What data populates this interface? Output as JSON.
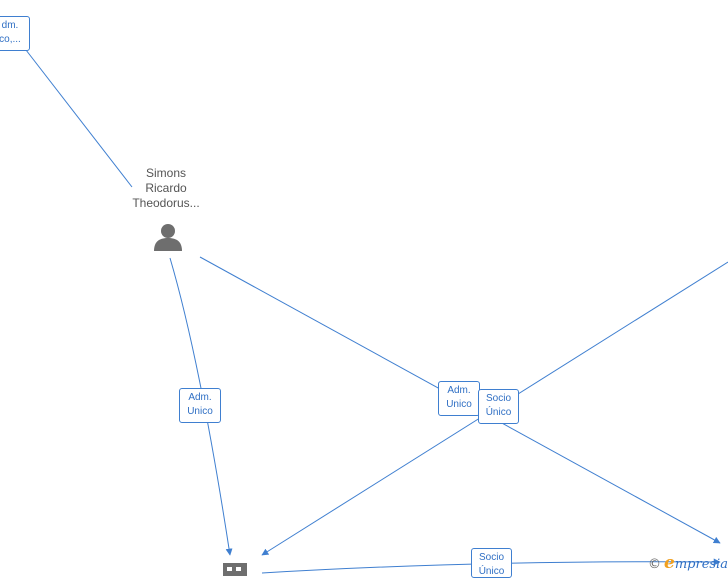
{
  "nodes": {
    "person": {
      "name": "Simons\nRicardo\nTheodorus...",
      "icon": "person-icon"
    },
    "company": {
      "icon": "building-icon"
    }
  },
  "relations": {
    "top_left": "dm.\nco,...",
    "person_to_company": "Adm.\nUnico",
    "center_adm": "Adm.\nUnico",
    "center_socio": "Socio\nÚnico",
    "bottom_socio": "Socio\nÚnico"
  },
  "watermark": {
    "copyright": "©",
    "brand_initial": "e",
    "brand_rest": "mpresia"
  },
  "colors": {
    "edge": "#3f7fd0",
    "label_text": "#2f6fc4",
    "node_icon": "#6e6e6e",
    "node_text": "#555555"
  }
}
